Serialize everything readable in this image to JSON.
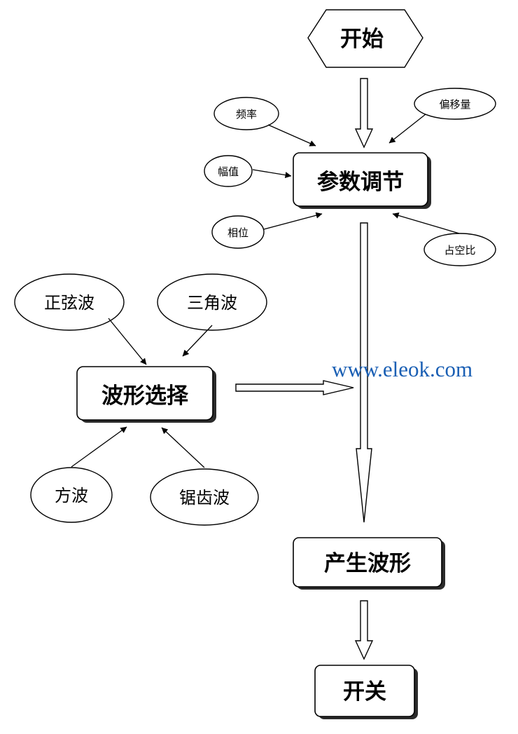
{
  "nodes": {
    "start": "开始",
    "param": "参数调节",
    "wave_select": "波形选择",
    "generate": "产生波形",
    "switch": "开关"
  },
  "params": {
    "frequency": "频率",
    "offset": "偏移量",
    "amplitude": "幅值",
    "phase": "相位",
    "duty": "占空比"
  },
  "waves": {
    "sine": "正弦波",
    "triangle": "三角波",
    "square": "方波",
    "sawtooth": "锯齿波"
  },
  "watermark": "www.eleok.com"
}
